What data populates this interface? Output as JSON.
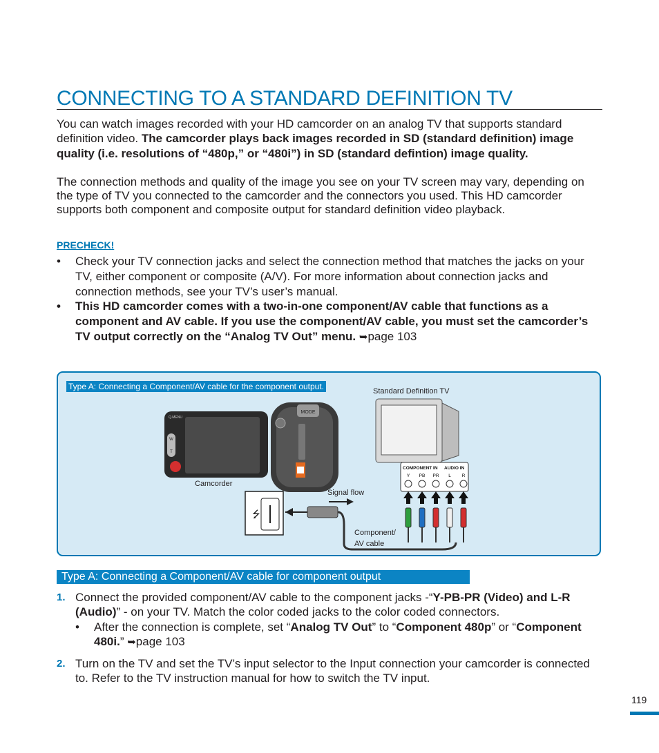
{
  "title": "CONNECTING TO A STANDARD DEFINITION TV",
  "intro": {
    "p1_a": "You can watch images recorded with your HD camcorder on an analog TV that supports standard definition video. ",
    "p1_b": "The camcorder plays back images recorded in SD (standard definition) image quality (i.e. resolutions of “480p,” or “480i”) in SD (standard defintion) image quality.",
    "p2": "The connection methods and quality of the image you see on your TV screen may vary, depending on the type of TV you connected to the camcorder and the connectors you used. This HD camcorder supports both component and composite output for standard definition video playback."
  },
  "precheck": {
    "label": "PRECHECK!",
    "bullet1": "Check your TV connection jacks and select the connection method that matches the jacks on your TV, either component or composite (A/V). For more information about connection jacks and connection methods, see your TV’s user’s manual.",
    "bullet2": "This HD camcorder comes with a two-in-one component/AV cable that functions as a component and AV cable. If you use the component/AV cable, you must set the camcorder’s TV output correctly on the “Analog TV Out” menu.",
    "bullet2_ref": "page 103"
  },
  "figure": {
    "caption": "Type A: Connecting a Component/AV cable for the component output.",
    "tv_label": "Standard Definition TV",
    "camcorder_label": "Camcorder",
    "signal_label": "Signal flow",
    "cable_label_1": "Component/",
    "cable_label_2": "AV cable",
    "panel_component": "COMPONENT IN",
    "panel_audio": "AUDIO IN",
    "jacks": [
      "Y",
      "PB",
      "PR",
      "L",
      "R"
    ],
    "jack_colors": [
      "#2e9e3e",
      "#1f6fc1",
      "#d32f2f",
      "#f0f0f0",
      "#d32f2f"
    ],
    "cam_mode": "MODE",
    "cam_q_menu": "Q.MENU",
    "cam_w": "W",
    "cam_t": "T"
  },
  "section": {
    "heading": "Type A: Connecting a Component/AV cable for component output",
    "step1_num": "1.",
    "step1_a": "Connect the provided component/AV cable to the component jacks -“",
    "step1_b": "Y-PB-PR (Video) and L-R (Audio)",
    "step1_c": "” - on your TV. Match the color coded jacks to the color coded connectors.",
    "sub_a": "After the connection is complete, set “",
    "sub_b": "Analog TV Out",
    "sub_c": "” to “",
    "sub_d": "Component 480p",
    "sub_e": "” or “",
    "sub_f": "Component 480i.",
    "sub_g": "” ",
    "sub_ref": "page 103",
    "step2_num": "2.",
    "step2": "Turn on the TV and set the TV’s input selector to the Input connection your camcorder is connected to. Refer to the TV instruction manual for how to switch the TV input."
  },
  "page_number": "119"
}
